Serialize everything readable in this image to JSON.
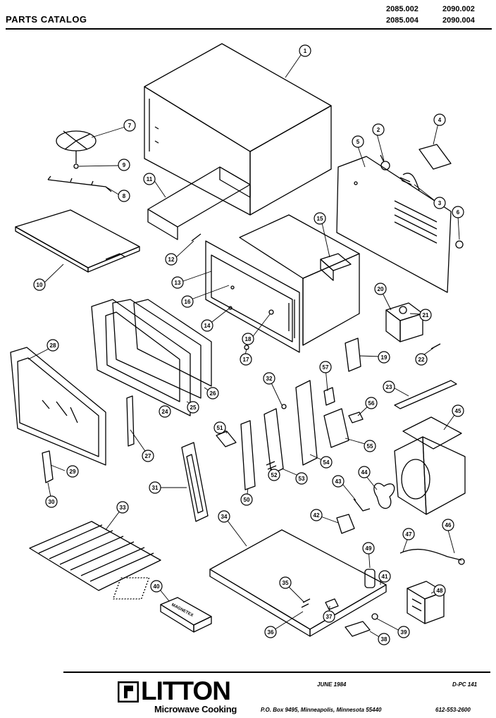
{
  "header": {
    "title": "PARTS CATALOG",
    "models_row1": [
      "2085.002",
      "2090.002"
    ],
    "models_row2": [
      "2085.004",
      "2090.004"
    ]
  },
  "footer": {
    "brand": "LITTON",
    "brand_sub": "Microwave Cooking",
    "date": "JUNE 1984",
    "page_code": "D-PC 141",
    "address": "P.O. Box 9495, Minneapolis, Minnesota 55440",
    "phone": "612-553-2600"
  },
  "callouts": [
    "1",
    "2",
    "3",
    "4",
    "5",
    "6",
    "7",
    "8",
    "9",
    "10",
    "11",
    "12",
    "13",
    "14",
    "15",
    "16",
    "17",
    "18",
    "19",
    "20",
    "21",
    "22",
    "23",
    "24",
    "25",
    "26",
    "27",
    "28",
    "29",
    "30",
    "31",
    "32",
    "33",
    "34",
    "35",
    "36",
    "37",
    "38",
    "39",
    "40",
    "41",
    "42",
    "43",
    "44",
    "45",
    "46",
    "47",
    "48",
    "49",
    "50",
    "51",
    "52",
    "53",
    "54",
    "55",
    "56",
    "57"
  ],
  "label_texts": {
    "package_label": "MAGNETEX"
  },
  "colors": {
    "ink": "#000000",
    "paper": "#ffffff"
  },
  "icons": {
    "logo": "litton-logo-icon"
  }
}
